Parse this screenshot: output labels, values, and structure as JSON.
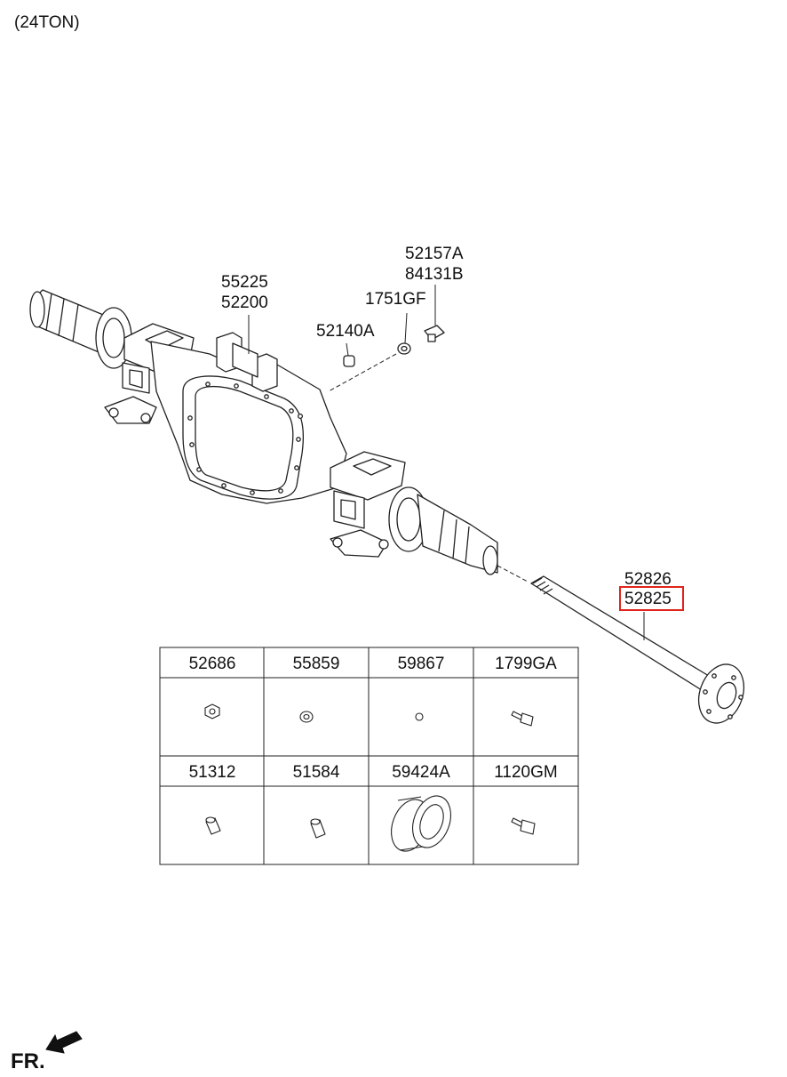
{
  "header": {
    "variant": "(24TON)"
  },
  "callouts": {
    "c55225": "55225",
    "c52200": "52200",
    "c52157A": "52157A",
    "c84131B": "84131B",
    "c1751GF": "1751GF",
    "c52140A": "52140A",
    "c52826": "52826",
    "c52825": "52825"
  },
  "highlight": {
    "part": "52825",
    "color": "#e0241b"
  },
  "parts_table": {
    "row1": [
      "52686",
      "55859",
      "59867",
      "1799GA"
    ],
    "row2": [
      "51312",
      "51584",
      "59424A",
      "1120GM"
    ]
  },
  "footer": {
    "direction": "FR."
  }
}
